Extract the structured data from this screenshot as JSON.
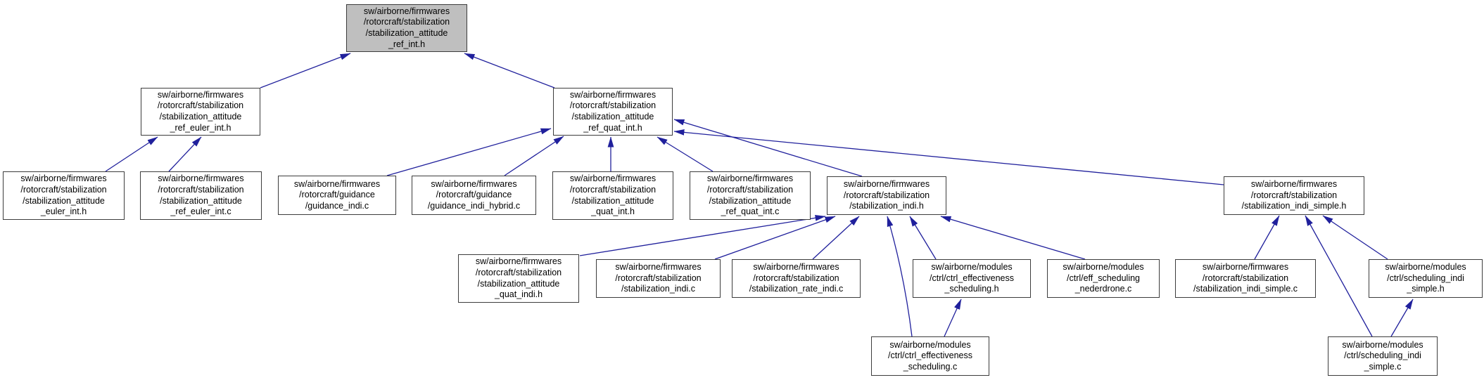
{
  "graph": {
    "kind": "include-dependency-graph",
    "colors": {
      "edge": "#20209c",
      "node_border": "#3c3c3c",
      "current_node_fill": "#bfbfbf",
      "node_fill": "#ffffff",
      "text": "#000000"
    },
    "nodes": [
      {
        "id": "ref_int_h",
        "current": true,
        "label_lines": [
          "sw/airborne/firmwares",
          "/rotorcraft/stabilization",
          "/stabilization_attitude",
          "_ref_int.h"
        ]
      },
      {
        "id": "ref_euler_int_h",
        "current": false,
        "label_lines": [
          "sw/airborne/firmwares",
          "/rotorcraft/stabilization",
          "/stabilization_attitude",
          "_ref_euler_int.h"
        ]
      },
      {
        "id": "ref_quat_int_h",
        "current": false,
        "label_lines": [
          "sw/airborne/firmwares",
          "/rotorcraft/stabilization",
          "/stabilization_attitude",
          "_ref_quat_int.h"
        ]
      },
      {
        "id": "att_euler_int_h",
        "current": false,
        "label_lines": [
          "sw/airborne/firmwares",
          "/rotorcraft/stabilization",
          "/stabilization_attitude",
          "_euler_int.h"
        ]
      },
      {
        "id": "ref_euler_int_c",
        "current": false,
        "label_lines": [
          "sw/airborne/firmwares",
          "/rotorcraft/stabilization",
          "/stabilization_attitude",
          "_ref_euler_int.c"
        ]
      },
      {
        "id": "guidance_indi_c",
        "current": false,
        "label_lines": [
          "sw/airborne/firmwares",
          "/rotorcraft/guidance",
          "/guidance_indi.c"
        ]
      },
      {
        "id": "guidance_indi_hybrid_c",
        "current": false,
        "label_lines": [
          "sw/airborne/firmwares",
          "/rotorcraft/guidance",
          "/guidance_indi_hybrid.c"
        ]
      },
      {
        "id": "att_quat_int_h",
        "current": false,
        "label_lines": [
          "sw/airborne/firmwares",
          "/rotorcraft/stabilization",
          "/stabilization_attitude",
          "_quat_int.h"
        ]
      },
      {
        "id": "ref_quat_int_c",
        "current": false,
        "label_lines": [
          "sw/airborne/firmwares",
          "/rotorcraft/stabilization",
          "/stabilization_attitude",
          "_ref_quat_int.c"
        ]
      },
      {
        "id": "stab_indi_h",
        "current": false,
        "label_lines": [
          "sw/airborne/firmwares",
          "/rotorcraft/stabilization",
          "/stabilization_indi.h"
        ]
      },
      {
        "id": "stab_indi_simple_h",
        "current": false,
        "label_lines": [
          "sw/airborne/firmwares",
          "/rotorcraft/stabilization",
          "/stabilization_indi_simple.h"
        ]
      },
      {
        "id": "att_quat_indi_h",
        "current": false,
        "label_lines": [
          "sw/airborne/firmwares",
          "/rotorcraft/stabilization",
          "/stabilization_attitude",
          "_quat_indi.h"
        ]
      },
      {
        "id": "stab_indi_c",
        "current": false,
        "label_lines": [
          "sw/airborne/firmwares",
          "/rotorcraft/stabilization",
          "/stabilization_indi.c"
        ]
      },
      {
        "id": "stab_rate_indi_c",
        "current": false,
        "label_lines": [
          "sw/airborne/firmwares",
          "/rotorcraft/stabilization",
          "/stabilization_rate_indi.c"
        ]
      },
      {
        "id": "ctrl_eff_sched_h",
        "current": false,
        "label_lines": [
          "sw/airborne/modules",
          "/ctrl/ctrl_effectiveness",
          "_scheduling.h"
        ]
      },
      {
        "id": "eff_sched_neder_c",
        "current": false,
        "label_lines": [
          "sw/airborne/modules",
          "/ctrl/eff_scheduling",
          "_nederdrone.c"
        ]
      },
      {
        "id": "stab_indi_simple_c",
        "current": false,
        "label_lines": [
          "sw/airborne/firmwares",
          "/rotorcraft/stabilization",
          "/stabilization_indi_simple.c"
        ]
      },
      {
        "id": "sched_indi_simple_h",
        "current": false,
        "label_lines": [
          "sw/airborne/modules",
          "/ctrl/scheduling_indi",
          "_simple.h"
        ]
      },
      {
        "id": "ctrl_eff_sched_c",
        "current": false,
        "label_lines": [
          "sw/airborne/modules",
          "/ctrl/ctrl_effectiveness",
          "_scheduling.c"
        ]
      },
      {
        "id": "sched_indi_simple_c",
        "current": false,
        "label_lines": [
          "sw/airborne/modules",
          "/ctrl/scheduling_indi",
          "_simple.c"
        ]
      }
    ],
    "edges": [
      {
        "from": "ref_euler_int_h",
        "to": "ref_int_h"
      },
      {
        "from": "ref_quat_int_h",
        "to": "ref_int_h"
      },
      {
        "from": "att_euler_int_h",
        "to": "ref_euler_int_h"
      },
      {
        "from": "ref_euler_int_c",
        "to": "ref_euler_int_h"
      },
      {
        "from": "guidance_indi_c",
        "to": "ref_quat_int_h"
      },
      {
        "from": "guidance_indi_hybrid_c",
        "to": "ref_quat_int_h"
      },
      {
        "from": "att_quat_int_h",
        "to": "ref_quat_int_h"
      },
      {
        "from": "ref_quat_int_c",
        "to": "ref_quat_int_h"
      },
      {
        "from": "stab_indi_h",
        "to": "ref_quat_int_h"
      },
      {
        "from": "stab_indi_simple_h",
        "to": "ref_quat_int_h"
      },
      {
        "from": "att_quat_indi_h",
        "to": "stab_indi_h"
      },
      {
        "from": "stab_indi_c",
        "to": "stab_indi_h"
      },
      {
        "from": "stab_rate_indi_c",
        "to": "stab_indi_h"
      },
      {
        "from": "ctrl_eff_sched_h",
        "to": "stab_indi_h"
      },
      {
        "from": "eff_sched_neder_c",
        "to": "stab_indi_h"
      },
      {
        "from": "ctrl_eff_sched_c",
        "to": "stab_indi_h"
      },
      {
        "from": "ctrl_eff_sched_c",
        "to": "ctrl_eff_sched_h"
      },
      {
        "from": "stab_indi_simple_c",
        "to": "stab_indi_simple_h"
      },
      {
        "from": "sched_indi_simple_h",
        "to": "stab_indi_simple_h"
      },
      {
        "from": "sched_indi_simple_c",
        "to": "stab_indi_simple_h"
      },
      {
        "from": "sched_indi_simple_c",
        "to": "sched_indi_simple_h"
      }
    ]
  }
}
